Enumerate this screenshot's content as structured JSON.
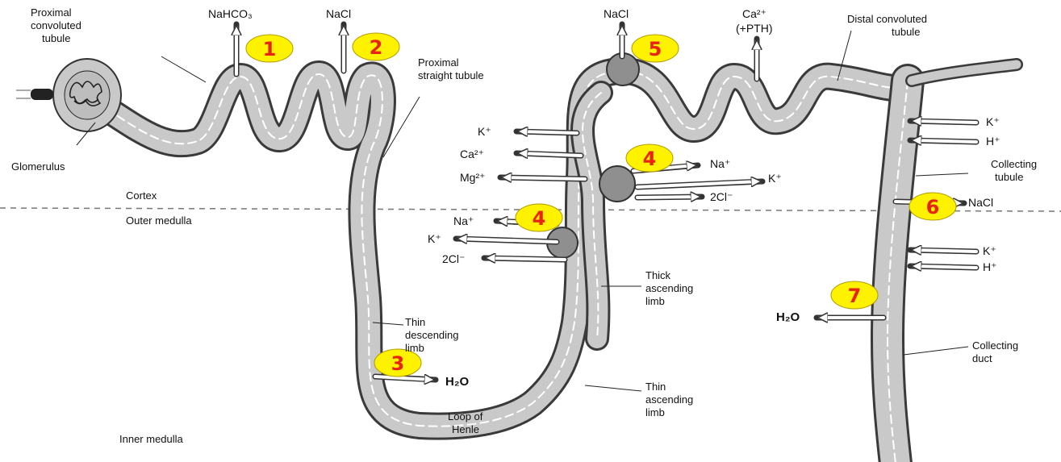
{
  "labels": {
    "proximal_convoluted": [
      "Proximal",
      "convoluted",
      "tubule"
    ],
    "glomerulus": "Glomerulus",
    "proximal_straight": [
      "Proximal",
      "straight tubule"
    ],
    "cortex": "Cortex",
    "outer_medulla": "Outer medulla",
    "inner_medulla": "Inner medulla",
    "thin_descending": [
      "Thin",
      "descending",
      "limb"
    ],
    "loop_of_henle": [
      "Loop of",
      "Henle"
    ],
    "thin_ascending": [
      "Thin",
      "ascending",
      "limb"
    ],
    "thick_ascending": [
      "Thick",
      "ascending",
      "limb"
    ],
    "distal_convoluted": [
      "Distal convoluted",
      "tubule"
    ],
    "collecting_tubule": [
      "Collecting",
      "tubule"
    ],
    "collecting_duct": [
      "Collecting",
      "duct"
    ]
  },
  "markers": [
    "1",
    "2",
    "3",
    "4",
    "4",
    "5",
    "6",
    "7"
  ],
  "ions": {
    "nahco3": "NaHCO₃",
    "nacl_pct": "NaCl",
    "h2o": "H₂O",
    "nacl_dct": "NaCl",
    "ca_pth": [
      "Ca²⁺",
      "(+PTH)"
    ],
    "tal_left": [
      "K⁺",
      "Ca²⁺",
      "Mg²⁺"
    ],
    "tal_upper_right": [
      "Na⁺",
      "K⁺",
      "2Cl⁻"
    ],
    "tal_lower_left": [
      "Na⁺",
      "K⁺",
      "2Cl⁻"
    ],
    "cd_upper": [
      "K⁺",
      "H⁺"
    ],
    "nacl_ct": "NaCl",
    "cd_lower": [
      "K⁺",
      "H⁺"
    ],
    "h2o_cd": "H₂O"
  },
  "colors": {
    "tubule_fill": "#c9c9c9",
    "tubule_edge": "#3a3a3a",
    "marker_fill": "#fff200",
    "marker_text": "#e8230f",
    "transporter": "#8f8f8f"
  }
}
